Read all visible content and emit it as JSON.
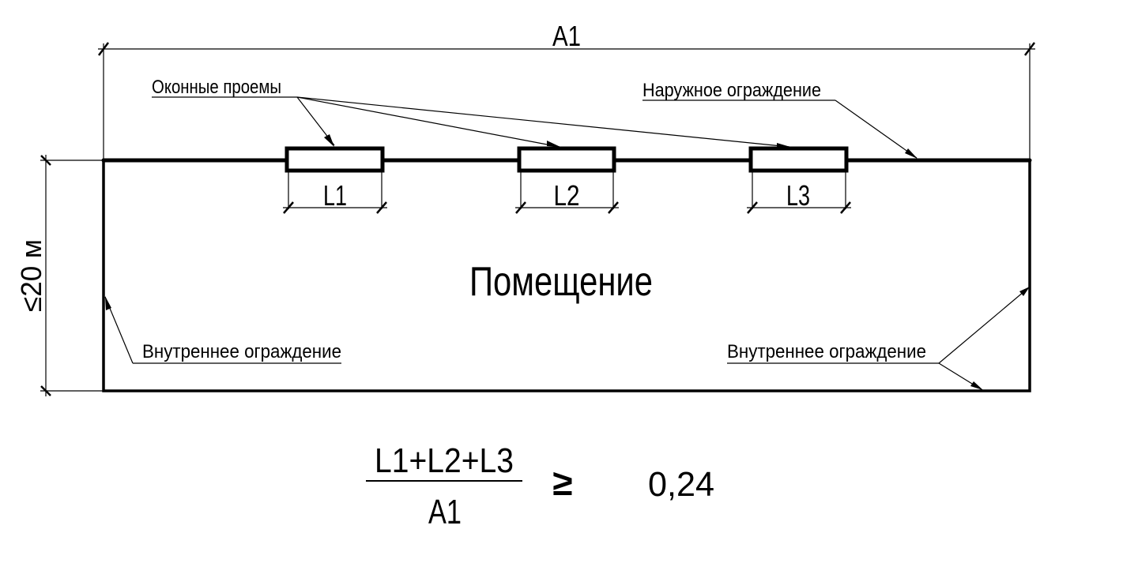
{
  "diagram": {
    "overall_dimension": "A1",
    "room_depth_dimension": "≤20 м",
    "room_label": "Помещение",
    "window_dimensions": [
      "L1",
      "L2",
      "L3"
    ],
    "callouts": {
      "windows": "Оконные проемы",
      "exterior_wall": "Наружное ограждение",
      "interior_wall_left": "Внутреннее ограждение",
      "interior_wall_right": "Внутреннее ограждение"
    },
    "formula": {
      "numerator": "L1+L2+L3",
      "denominator": "A1",
      "operator": "≥",
      "value": "0,24"
    }
  }
}
